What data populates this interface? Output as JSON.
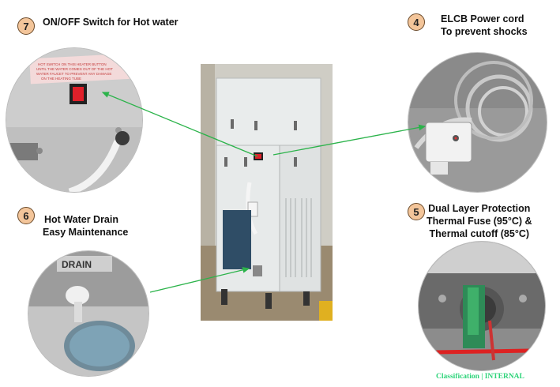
{
  "callouts": [
    {
      "num": "7",
      "lines": [
        "ON/OFF Switch for Hot water"
      ]
    },
    {
      "num": "4",
      "lines": [
        "ELCB Power cord",
        "To prevent shocks"
      ]
    },
    {
      "num": "6",
      "lines": [
        "Hot Water Drain",
        "Easy Maintenance"
      ]
    },
    {
      "num": "5",
      "lines": [
        "Dual Layer Protection",
        "Thermal Fuse (95°C) &",
        "Thermal cutoff (85°C)"
      ]
    }
  ],
  "photo_text": {
    "drain_plate": "DRAIN",
    "warning_sticker": [
      "HOT SWITCH ON THIS HEATER BUTTON",
      "UNTIL THE WATER COMES OUT OF THE HOT",
      "WATER FAUCET TO PREVENT ANY DAMAGE",
      "ON THE HEATING TUBE"
    ]
  },
  "classification": "Classification | INTERNAL",
  "colors": {
    "badge_fill": "#f3c59a",
    "arrow": "#2bb34a",
    "classification": "#2ed47a"
  }
}
